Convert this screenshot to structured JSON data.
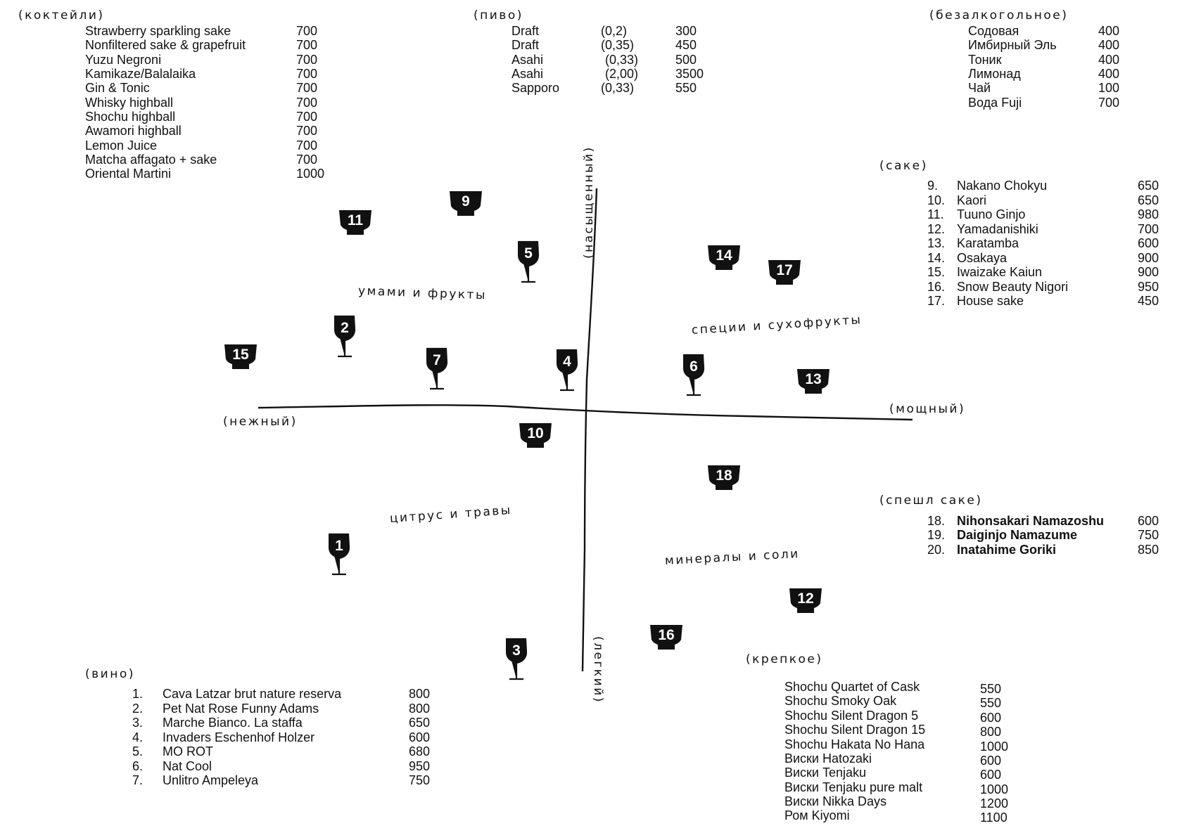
{
  "cocktails": {
    "title": "(коктейли)",
    "items": [
      {
        "name": "Strawberry sparkling sake",
        "price": "700"
      },
      {
        "name": "Nonfiltered sake & grapefruit",
        "price": "700"
      },
      {
        "name": "Yuzu Negroni",
        "price": "700"
      },
      {
        "name": "Kamikaze/Balalaika",
        "price": "700"
      },
      {
        "name": "Gin & Tonic",
        "price": "700"
      },
      {
        "name": "Whisky highball",
        "price": "700"
      },
      {
        "name": "Shochu highball",
        "price": "700"
      },
      {
        "name": "Awamori highball",
        "price": "700"
      },
      {
        "name": "Lemon Juice",
        "price": "700"
      },
      {
        "name": "Matcha affagato + sake",
        "price": "700"
      },
      {
        "name": "Oriental Martini",
        "price": "1000"
      }
    ]
  },
  "beer": {
    "title": "(пиво)",
    "items": [
      {
        "name": "Draft",
        "size": "(0,2)",
        "price": "300"
      },
      {
        "name": "Draft",
        "size": "(0,35)",
        "price": "450"
      },
      {
        "name": "Asahi",
        "size": "(0,33)",
        "price": "500"
      },
      {
        "name": "Asahi",
        "size": "(2,00)",
        "price": "3500"
      },
      {
        "name": "Sapporo",
        "size": "(0,33)",
        "price": "550"
      }
    ]
  },
  "soft": {
    "title": "(безалкогольное)",
    "items": [
      {
        "name": "Содовая",
        "price": "400"
      },
      {
        "name": "Имбирный Эль",
        "price": "400"
      },
      {
        "name": "Тоник",
        "price": "400"
      },
      {
        "name": "Лимонад",
        "price": "400"
      },
      {
        "name": "Чай",
        "price": "100"
      },
      {
        "name": "Вода Fuji",
        "price": "700"
      }
    ]
  },
  "sake": {
    "title": "(саке)",
    "items": [
      {
        "num": "9.",
        "name": "Nakano Chokyu",
        "price": "650"
      },
      {
        "num": "10.",
        "name": "Kaori",
        "price": "650"
      },
      {
        "num": "11.",
        "name": "Tuuno Ginjo",
        "price": "980"
      },
      {
        "num": "12.",
        "name": "Yamadanishiki",
        "price": "700"
      },
      {
        "num": "13.",
        "name": "Karatamba",
        "price": "600"
      },
      {
        "num": "14.",
        "name": "Osakaya",
        "price": "900"
      },
      {
        "num": "15.",
        "name": "Iwaizake Kaiun",
        "price": "900"
      },
      {
        "num": "16.",
        "name": "Snow Beauty Nigori",
        "price": "950"
      },
      {
        "num": "17.",
        "name": "House sake",
        "price": "450"
      }
    ]
  },
  "special_sake": {
    "title": "(спешл саке)",
    "items": [
      {
        "num": "18.",
        "name": "Nihonsakari Namazoshu",
        "price": "600"
      },
      {
        "num": "19.",
        "name": "Daiginjo Namazume",
        "price": "750"
      },
      {
        "num": "20.",
        "name": "Inatahime Goriki",
        "price": "850"
      }
    ]
  },
  "wine": {
    "title": "(вино)",
    "items": [
      {
        "num": "1.",
        "name": "Cava Latzar brut nature reserva",
        "price": "800"
      },
      {
        "num": "2.",
        "name": "Pet Nat Rose Funny Adams",
        "price": "800"
      },
      {
        "num": "3.",
        "name": "Marche Bianco. La staffa",
        "price": "650"
      },
      {
        "num": "4.",
        "name": "Invaders Eschenhof Holzer",
        "price": "600"
      },
      {
        "num": "5.",
        "name": "MO ROT",
        "price": "680"
      },
      {
        "num": "6.",
        "name": "Nat Cool",
        "price": "950"
      },
      {
        "num": "7.",
        "name": "Unlitro Ampeleya",
        "price": "750"
      }
    ]
  },
  "strong": {
    "title": "(крепкое)",
    "items": [
      {
        "name": "Shochu Quartet of Cask",
        "price": "550"
      },
      {
        "name": "Shochu Smoky Oak",
        "price": "550"
      },
      {
        "name": "Shochu Silent Dragon 5",
        "price": "600"
      },
      {
        "name": "Shochu Silent Dragon 15",
        "price": "800"
      },
      {
        "name": "Shochu Hakata No Hana",
        "price": "1000"
      },
      {
        "name": "Виски Hatozaki",
        "price": "600"
      },
      {
        "name": "Виски Tenjaku",
        "price": "600"
      },
      {
        "name": "Виски Tenjaku pure malt",
        "price": "1000"
      },
      {
        "name": "Виски Nikka Days",
        "price": "1200"
      },
      {
        "name": "Ром Kiyomi",
        "price": "1100"
      }
    ]
  },
  "axes": {
    "top": "(насыщенный)",
    "bottom": "(легкий)",
    "left": "(нежный)",
    "right": "(мощный)"
  },
  "zones": {
    "umami": "умами и фрукты",
    "spices": "специи и сухофрукты",
    "citrus": "цитрус и травы",
    "minerals": "минералы и соли"
  },
  "markers": {
    "wine_glasses": [
      "1",
      "2",
      "3",
      "4",
      "5",
      "6",
      "7"
    ],
    "sake_cups": [
      "9",
      "10",
      "11",
      "12",
      "13",
      "14",
      "15",
      "16",
      "17",
      "18"
    ]
  }
}
